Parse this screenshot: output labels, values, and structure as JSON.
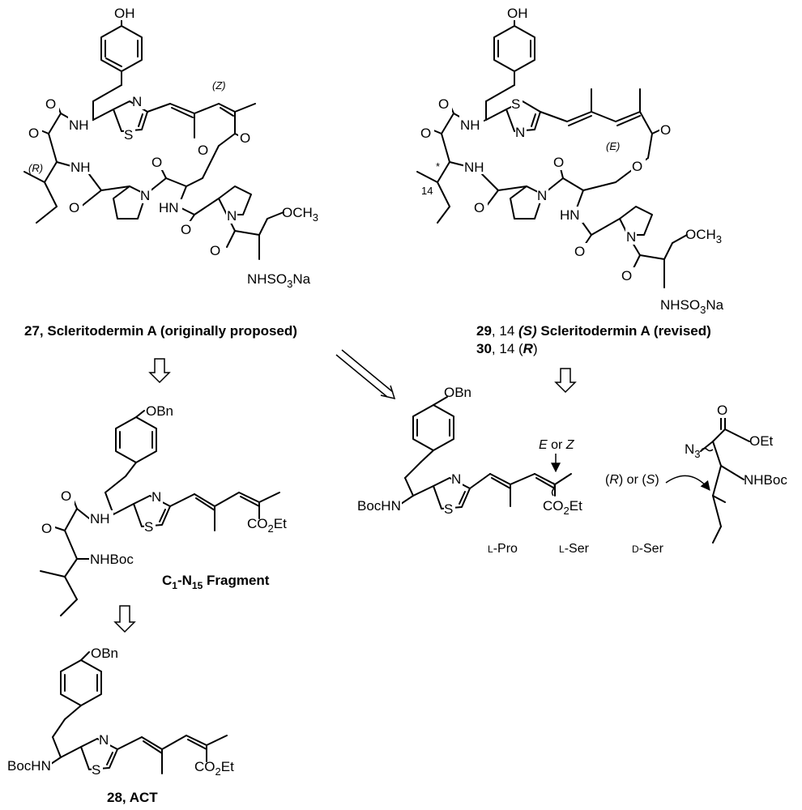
{
  "atoms": {
    "OH": "OH",
    "O": "O",
    "N": "N",
    "S": "S",
    "NH": "NH",
    "HN": "HN",
    "OCH3": "OCH",
    "OCH3_sub": "3",
    "NHSO3Na_a": "NHSO",
    "NHSO3Na_sub": "3",
    "NHSO3Na_b": "Na",
    "OBn": "OBn",
    "BocHN": "BocHN",
    "NHBoc": "NHBoc",
    "CO2Et_a": "CO",
    "CO2Et_sub": "2",
    "CO2Et_b": "Et",
    "OEt": "OEt",
    "N3_a": "N",
    "N3_sub": "3",
    "Z": "(Z)",
    "E": "(E)",
    "R": "(R)",
    "n14": "14",
    "star": "*"
  },
  "captions": {
    "c27": "27, Scleritodermin A (originally proposed)",
    "c29_num": "29",
    "c29_text": ", 14 ",
    "c29_S": "(S)",
    "c29_rest": " Scleritodermin A (revised)",
    "c30_num": "30",
    "c30_text": ", 14 (",
    "c30_R": "R",
    "c30_close": ")",
    "frag_C": "C",
    "frag_1": "1",
    "frag_N": "-N",
    "frag_15": "15",
    "frag_rest": " Fragment",
    "c28": "28, ACT"
  },
  "labels": {
    "E_or_Z_E": "E",
    "E_or_Z_or": " or ",
    "E_or_Z_Z": "Z",
    "R_or_S_a": "(",
    "R_or_S_R": "R",
    "R_or_S_b": ") or (",
    "R_or_S_S": "S",
    "R_or_S_c": ")",
    "lpro_L": "L",
    "lpro_rest": "-Pro",
    "lser_L": "L",
    "lser_rest": "-Ser",
    "dser_D": "D",
    "dser_rest": "-Ser"
  }
}
